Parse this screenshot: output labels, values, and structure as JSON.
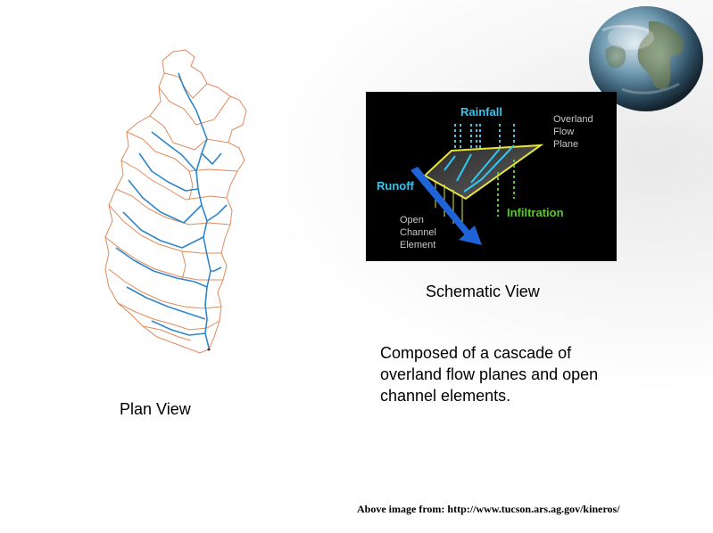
{
  "schematic": {
    "caption": "Schematic View",
    "labels": {
      "rainfall": "Rainfall",
      "overland_flow_plane": [
        "Overland",
        "Flow",
        "Plane"
      ],
      "runoff": "Runoff",
      "infiltration": "Infiltration",
      "open_channel_element": [
        "Open",
        "Channel",
        "Element"
      ]
    },
    "colors": {
      "rainfall": "#33c6f0",
      "infiltration": "#55cc22",
      "plane_outline": "#e6e43a",
      "runoff": "#1e64d8",
      "label_gray": "#c8c8c8"
    }
  },
  "plan": {
    "caption": "Plan View",
    "colors": {
      "boundary": "#e08a5c",
      "streams": "#2f86c9"
    }
  },
  "description": "Composed of a cascade of overland flow planes and open channel elements.",
  "source_note": "Above image from:  http://www.tucson.ars.ag.gov/kineros/"
}
